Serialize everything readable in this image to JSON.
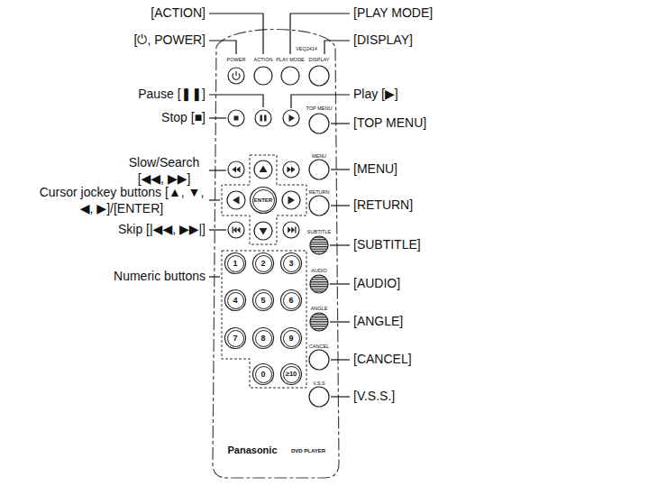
{
  "diagram": {
    "nodes": [
      {
        "text": [
          "ENTER"
        ]
      },
      {
        "text": [
          "1"
        ]
      },
      {
        "text": [
          "2"
        ]
      },
      {
        "text": [
          "3"
        ]
      },
      {
        "text": [
          "4"
        ]
      },
      {
        "text": [
          "5"
        ]
      },
      {
        "text": [
          "6"
        ]
      },
      {
        "text": [
          "7"
        ]
      },
      {
        "text": [
          "8"
        ]
      },
      {
        "text": [
          "9"
        ]
      },
      {
        "text": [
          "0"
        ]
      },
      {
        "text": [
          "≥10"
        ]
      }
    ],
    "labels": [
      "[ACTION]",
      "[⏻, POWER]",
      "Pause [❚❚]",
      "Stop [■]",
      "Slow/Search [◀◀, ▶▶]",
      "Cursor jockey buttons [▲, ▼, ◀, ▶]/[ENTER]",
      "Skip [|◀◀, ▶▶|]",
      "Numeric buttons",
      "[PLAY MODE]",
      "[DISPLAY]",
      "Play [▶]",
      "[TOP MENU]",
      "[MENU]",
      "[RETURN]",
      "[SUBTITLE]",
      "[AUDIO]",
      "[ANGLE]",
      "[CANCEL]",
      "[V.S.S.]",
      "POWER",
      "ACTION",
      "PLAY MODE",
      "DISPLAY",
      "VEQ2414",
      "TOP MENU",
      "MENU",
      "RETURN",
      "SUBTITLE",
      "AUDIO",
      "ANGLE",
      "CANCEL",
      "V.S.S",
      "Panasonic",
      "DVD PLAYER"
    ]
  }
}
